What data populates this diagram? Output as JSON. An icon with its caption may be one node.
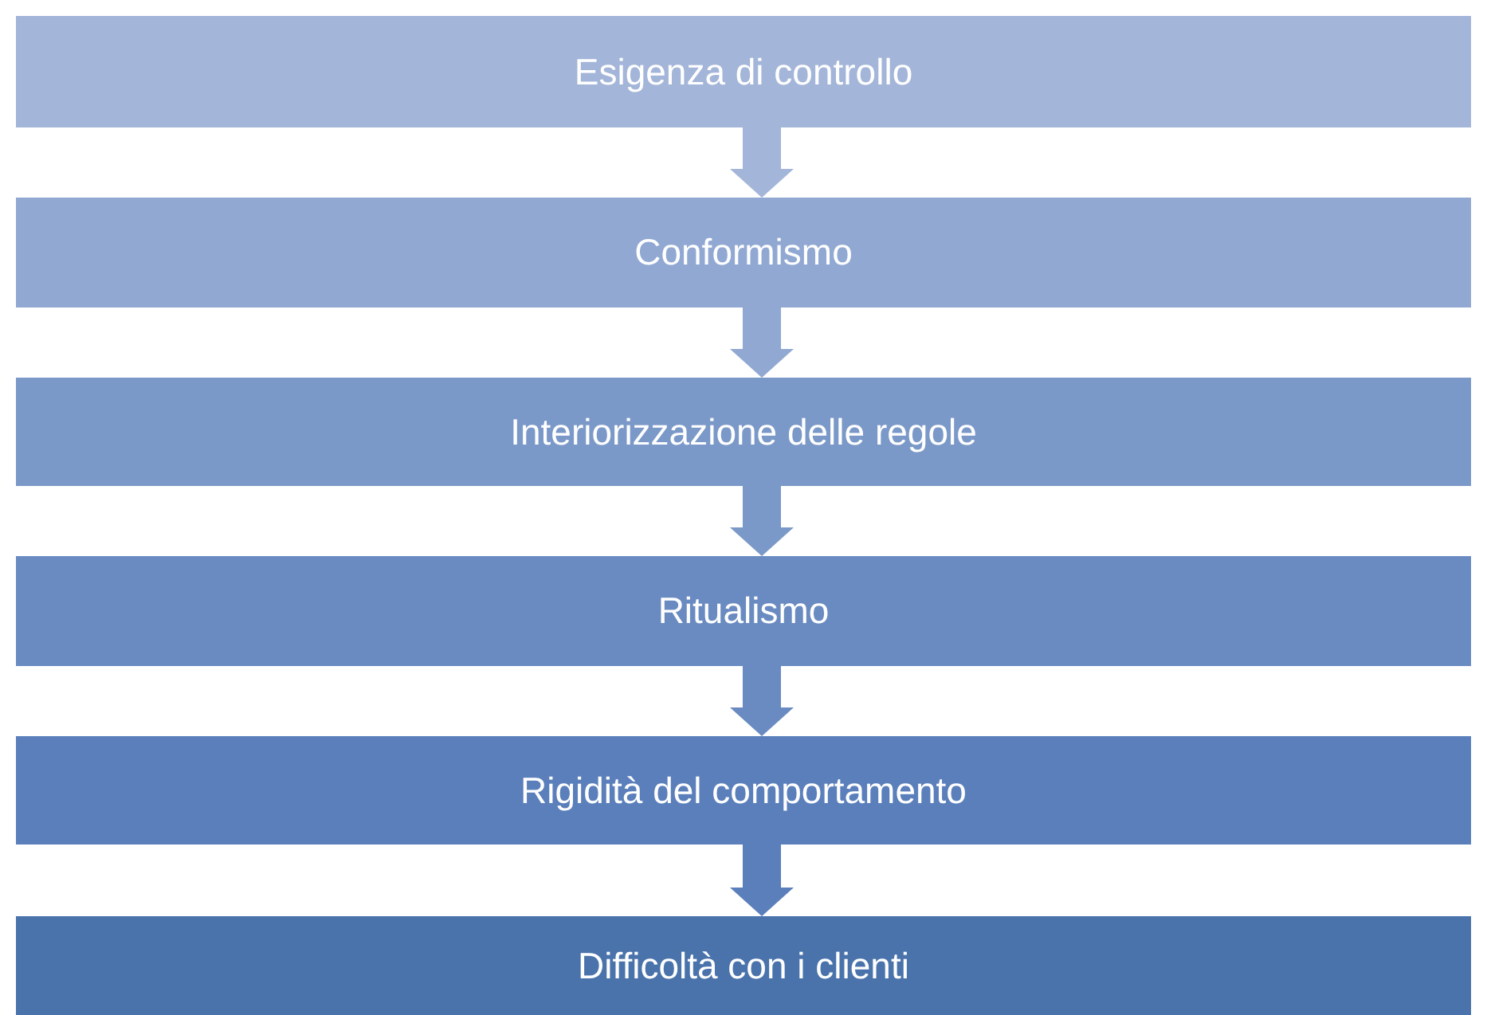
{
  "diagram": {
    "nodes": [
      {
        "text": [
          "Esigenza di controllo"
        ]
      },
      {
        "text": [
          "Conformismo"
        ]
      },
      {
        "text": [
          "Interiorizzazione delle regole"
        ]
      },
      {
        "text": [
          "Ritualismo"
        ]
      },
      {
        "text": [
          "Rigidità del comportamento"
        ]
      },
      {
        "text": [
          "Difficoltà con i clienti"
        ]
      }
    ],
    "edges": [
      {
        "from": 0,
        "to": 1,
        "arrow": "to"
      },
      {
        "from": 1,
        "to": 2,
        "arrow": "to"
      },
      {
        "from": 2,
        "to": 3,
        "arrow": "to"
      },
      {
        "from": 3,
        "to": 4,
        "arrow": "to"
      },
      {
        "from": 4,
        "to": 5,
        "arrow": "to"
      }
    ]
  }
}
